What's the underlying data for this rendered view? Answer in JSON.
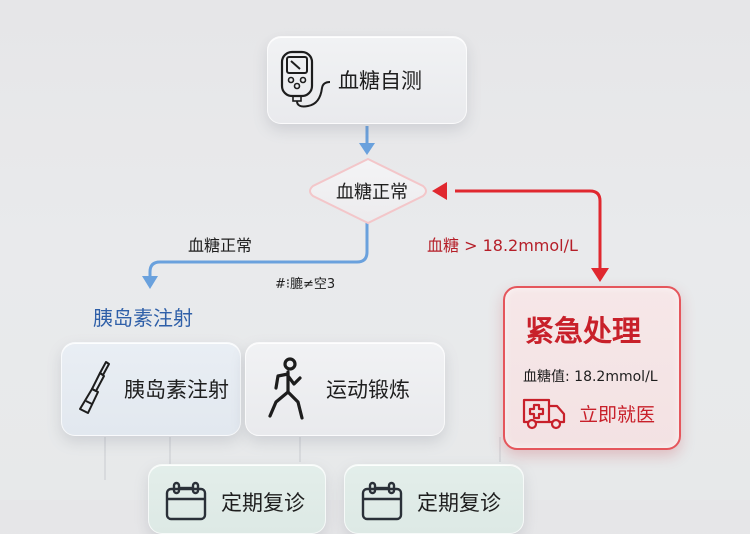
{
  "diagram": {
    "start_node": {
      "label": "血糖自测",
      "icon": "glucose-meter-icon"
    },
    "decision_node": {
      "label": "血糖正常"
    },
    "edge_normal": {
      "label": "血糖正常",
      "color": "#5b95d6"
    },
    "edge_garbled_label": "#⁝膔≠空3",
    "edge_high": {
      "label": "血糖 > 18.2mmol/L",
      "color": "#e0282f"
    },
    "branch_title": "胰岛素注射",
    "insulin_node": {
      "label": "胰岛素注射",
      "icon": "syringe-icon"
    },
    "exercise_node": {
      "label": "运动锻炼",
      "icon": "running-person-icon"
    },
    "followup_nodes": [
      {
        "label": "定期复诊",
        "icon": "calendar-icon"
      },
      {
        "label": "定期复诊",
        "icon": "calendar-icon"
      }
    ],
    "emergency_node": {
      "title": "紧急处理",
      "value_text": "血糖值: 18.2mmol/L",
      "action_label": "立即就医",
      "action_icon": "ambulance-icon",
      "color": "#c8202a"
    }
  }
}
